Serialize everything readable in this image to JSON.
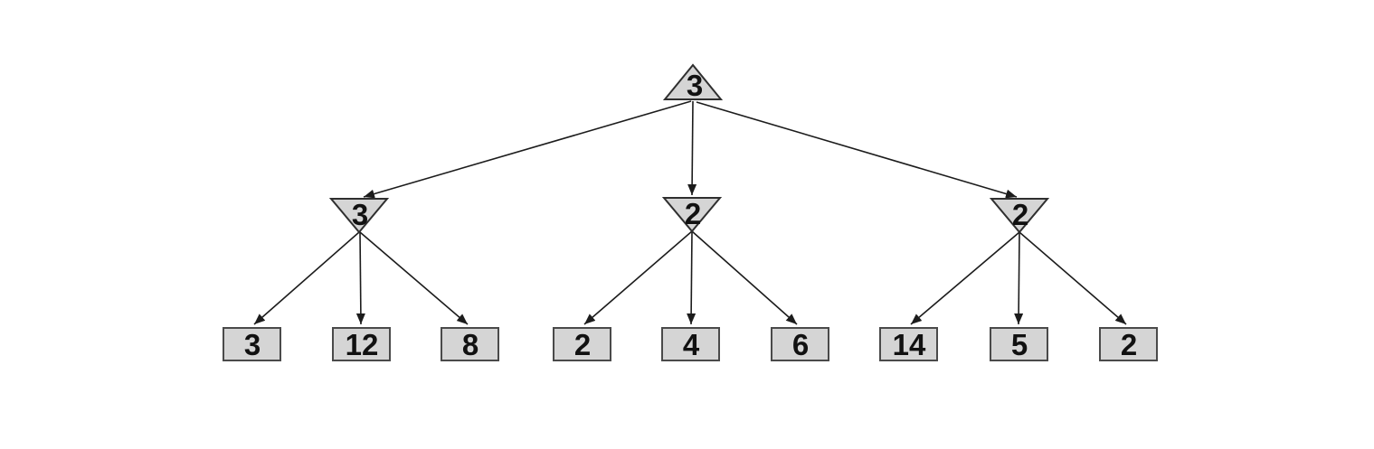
{
  "tree": {
    "root": {
      "label": "3",
      "shape": "triangle-up-icon"
    },
    "internal": [
      {
        "label": "3",
        "shape": "triangle-down-icon"
      },
      {
        "label": "2",
        "shape": "triangle-down-icon"
      },
      {
        "label": "2",
        "shape": "triangle-down-icon"
      }
    ],
    "leaves": [
      {
        "label": "3"
      },
      {
        "label": "12"
      },
      {
        "label": "8"
      },
      {
        "label": "2"
      },
      {
        "label": "4"
      },
      {
        "label": "6"
      },
      {
        "label": "14"
      },
      {
        "label": "5"
      },
      {
        "label": "2"
      }
    ]
  },
  "colors": {
    "background": "#ffffff",
    "node_fill": "#d5d5d5",
    "node_stroke": "#2f2f2f",
    "leaf_stroke": "#4a4a4a",
    "edge": "#1c1c1c",
    "text": "#111111"
  }
}
